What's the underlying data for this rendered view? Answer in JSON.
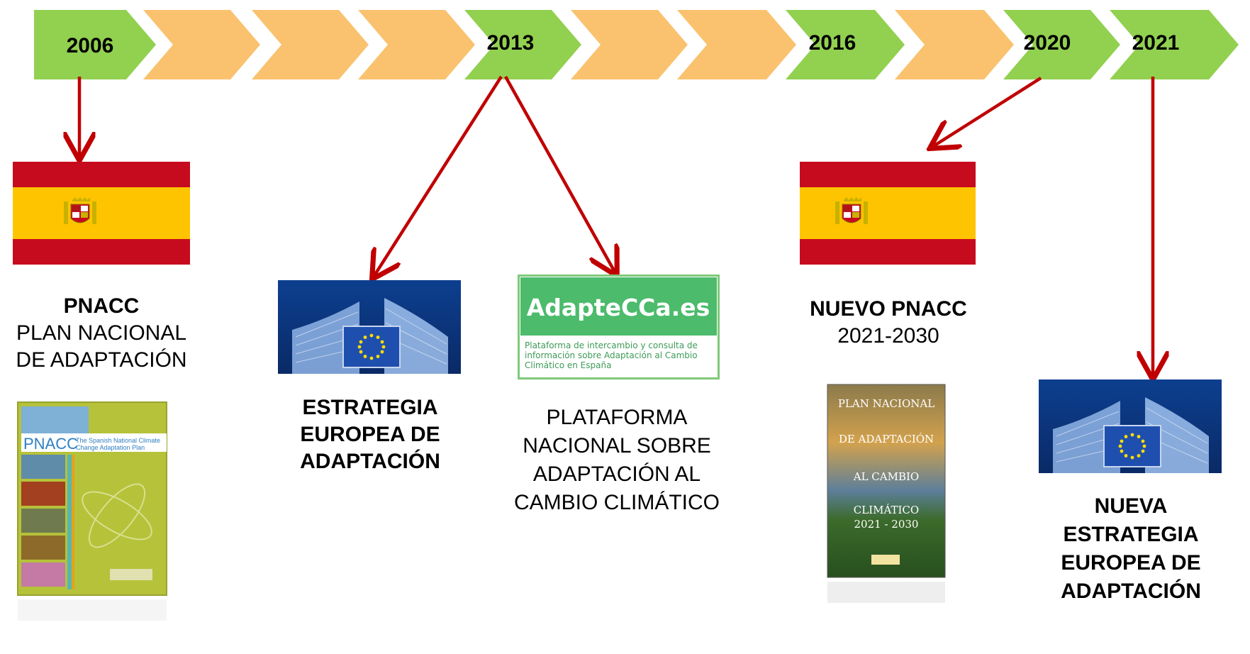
{
  "timeline": {
    "years": [
      {
        "label": "2006",
        "slot": 0
      },
      {
        "label": "2013",
        "slot": 4
      },
      {
        "label": "2016",
        "slot": 7
      },
      {
        "label": "2020",
        "slot": 9
      },
      {
        "label": "2021",
        "slot": 10
      }
    ],
    "colors": {
      "milestone": "#92d050",
      "gap": "#fac26e",
      "arrow": "#c00000"
    }
  },
  "items": {
    "pnacc": {
      "title": "PNACC",
      "line1": "PLAN NACIONAL",
      "line2": "DE ADAPTACIÓN"
    },
    "estrategia": {
      "line1": "ESTRATEGIA",
      "line2": "EUROPEA DE",
      "line3": "ADAPTACIÓN"
    },
    "plataforma": {
      "line1": "PLATAFORMA",
      "line2": "NACIONAL SOBRE",
      "line3": "ADAPTACIÓN AL",
      "line4": "CAMBIO CLIMÁTICO"
    },
    "nuevo_pnacc": {
      "title": "NUEVO PNACC",
      "line1": "2021-2030"
    },
    "nueva_estrategia": {
      "line1": "NUEVA",
      "line2": "ESTRATEGIA",
      "line3": "EUROPEA DE",
      "line4": "ADAPTACIÓN"
    }
  },
  "images": {
    "adaptecca": {
      "name": "AdapteCCa.es",
      "desc1": "Plataforma de intercambio y consulta de",
      "desc2": "información sobre Adaptación al Cambio",
      "desc3": "Climático en España"
    },
    "pnacc_cover": {
      "title": "PNACC",
      "sub1": "The Spanish National Climate",
      "sub2": "Change Adaptation Plan"
    },
    "nuevo_cover": {
      "l1": "PLAN NACIONAL",
      "l2": "DE ADAPTACIÓN",
      "l3": "AL CAMBIO",
      "l4": "CLIMÁTICO",
      "l5": "2021 - 2030"
    }
  }
}
